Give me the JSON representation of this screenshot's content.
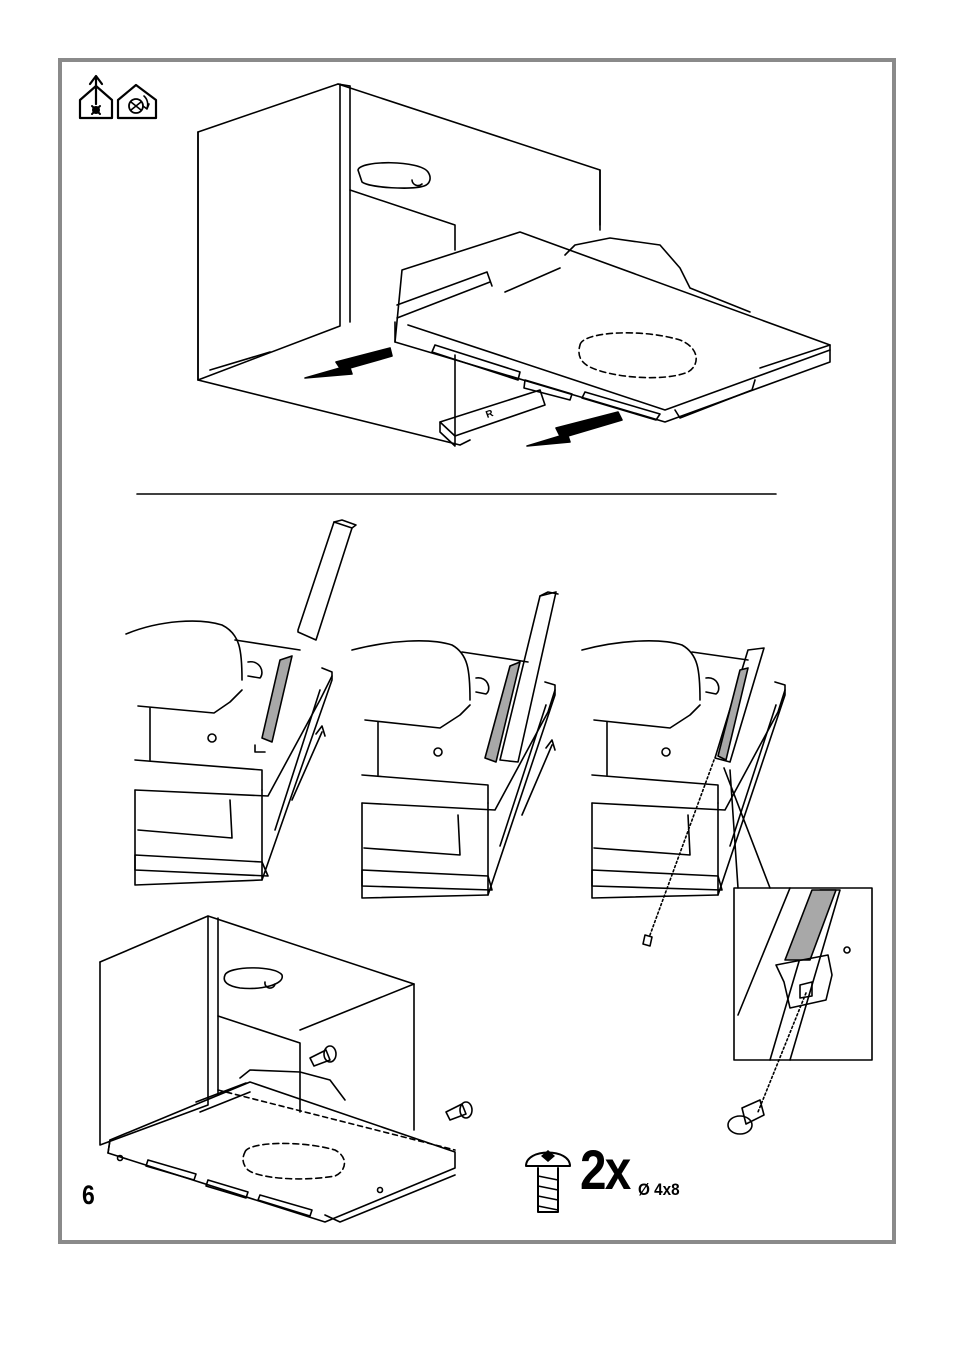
{
  "page": {
    "number": "6"
  },
  "hardware": {
    "quantity": "2x",
    "size": "Ø 4x8"
  },
  "rail": {
    "side_letter": "R"
  },
  "icons": [
    "ducted-extraction-icon",
    "recirculation-icon"
  ],
  "colors": {
    "frame": "#8a8a8a",
    "line": "#000000",
    "rail_fill": "#a8a8a8"
  }
}
